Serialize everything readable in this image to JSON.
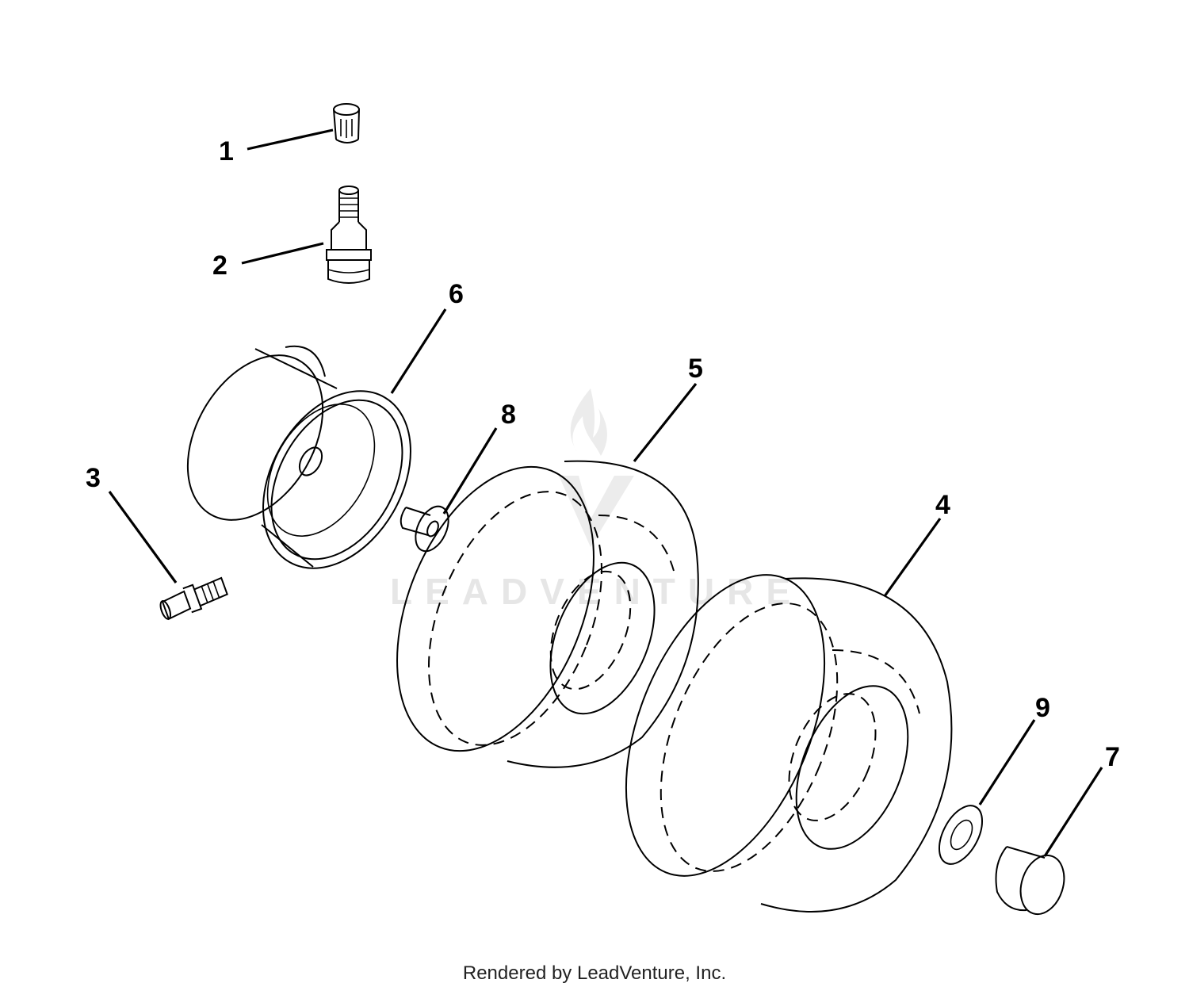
{
  "parts": [
    {
      "number": "1",
      "icon": "valve-cap-icon"
    },
    {
      "number": "2",
      "icon": "valve-stem-icon"
    },
    {
      "number": "3",
      "icon": "grease-fitting-icon"
    },
    {
      "number": "4",
      "icon": "tire-icon"
    },
    {
      "number": "5",
      "icon": "tire-icon"
    },
    {
      "number": "6",
      "icon": "rim-icon"
    },
    {
      "number": "7",
      "icon": "cap-icon"
    },
    {
      "number": "8",
      "icon": "bushing-icon"
    },
    {
      "number": "9",
      "icon": "washer-icon"
    }
  ],
  "watermark": {
    "text": "LEADVENTURE",
    "icon": "flame-logo-icon"
  },
  "footer": {
    "credit": "Rendered by LeadVenture, Inc."
  }
}
